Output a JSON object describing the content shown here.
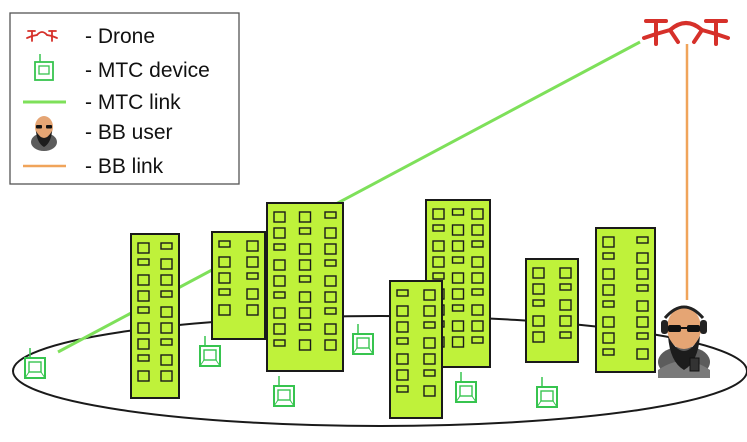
{
  "legend": {
    "items": [
      {
        "symbol": "drone-icon",
        "label": "- Drone"
      },
      {
        "symbol": "mtc-device-icon",
        "label": "- MTC device"
      },
      {
        "symbol": "mtc-link-line",
        "label": "- MTC link"
      },
      {
        "symbol": "bb-user-icon",
        "label": "- BB user"
      },
      {
        "symbol": "bb-link-line",
        "label": "- BB link"
      }
    ]
  },
  "colors": {
    "building_fill": "#bff23a",
    "building_stroke": "#1a1a1a",
    "mtc_green": "#37c44f",
    "mtc_link": "#7ee05a",
    "bb_link": "#f0a45a",
    "drone_red": "#d6302a",
    "ground_stroke": "#1a1a1a"
  }
}
